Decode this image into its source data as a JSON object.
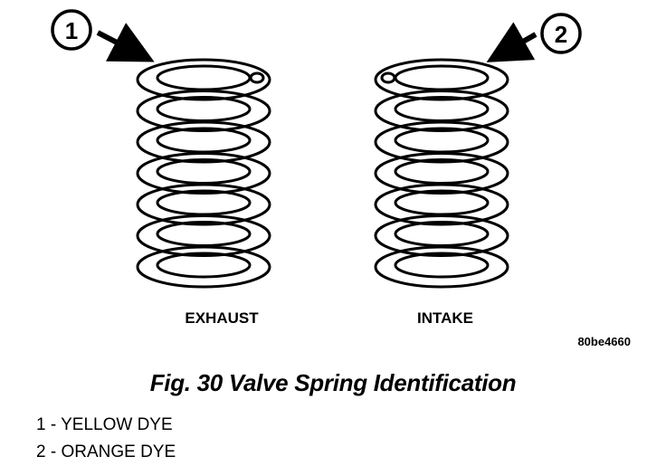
{
  "callouts": [
    {
      "number": "1"
    },
    {
      "number": "2"
    }
  ],
  "springs": {
    "left_label": "EXHAUST",
    "right_label": "INTAKE"
  },
  "image_code": "80be4660",
  "caption": "Fig. 30 Valve Spring Identification",
  "legend": [
    {
      "text": "1 - YELLOW DYE"
    },
    {
      "text": "2 - ORANGE DYE"
    }
  ]
}
